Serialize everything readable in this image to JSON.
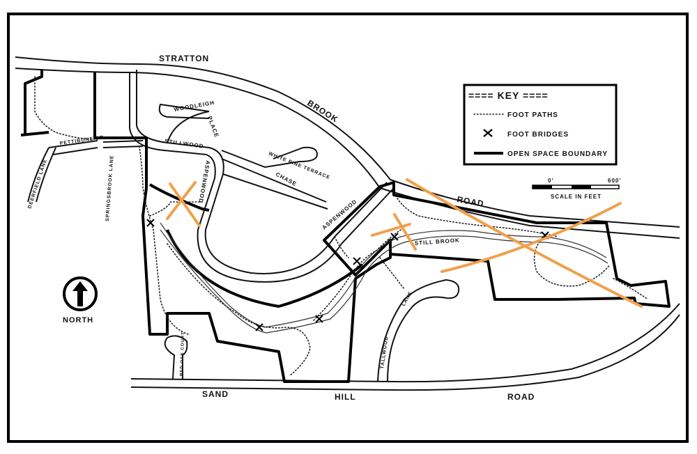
{
  "roads": {
    "stratton": "STRATTON",
    "brook": "BROOK",
    "road_east": "ROAD",
    "sand": "SAND",
    "hill": "HILL",
    "road_south": "ROAD",
    "woodleigh": "WOODLEIGH",
    "place": "PLACE",
    "stillwood": "STILLWOOD",
    "aspenwood_w": "ASPENWOOD",
    "aspenwood_e": "ASPENWOOD",
    "white_pine_terrace": "WHITE PINE TERRACE",
    "chase": "CHASE",
    "pettibone": "PETTIBONE DR",
    "deerfield": "DEERFIELD LANE",
    "springsbrook": "SPRINGSBROOK LANE",
    "tallwood": "TALLWOOD",
    "lane": "LANE",
    "red_oak_court": "RED OAK COURT",
    "still_brook": "STILL BROOK"
  },
  "key": {
    "title": "==== KEY ====",
    "foot_paths": "FOOT PATHS",
    "foot_bridges": "FOOT BRIDGES",
    "open_space_boundary": "OPEN SPACE BOUNDARY"
  },
  "scale": {
    "start": "0'",
    "end": "600'",
    "label": "SCALE IN FEET"
  },
  "north_label": "NORTH",
  "colors": {
    "ink": "#111111",
    "annotation": "#F0A04B",
    "background": "#FFFFFF"
  },
  "annotations": [
    {
      "kind": "cross",
      "near": "aspenwood-stillwood footbridge"
    },
    {
      "kind": "cross",
      "near": "still brook footbridge"
    },
    {
      "kind": "cross",
      "near": "eastern open space"
    }
  ]
}
